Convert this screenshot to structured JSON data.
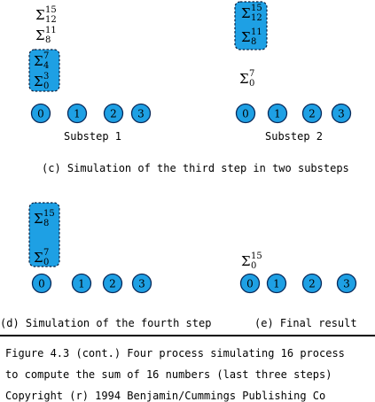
{
  "processor_colors": {
    "fill": "#1ea0e4",
    "stroke": "#0a2a5a"
  },
  "panels": [
    {
      "id": "c1",
      "label": "Substep 1",
      "loose_sums": [
        {
          "lo": "12",
          "hi": "15"
        },
        {
          "lo": "8",
          "hi": "11"
        }
      ],
      "box_sums": [
        {
          "lo": "4",
          "hi": "7"
        },
        {
          "lo": "0",
          "hi": "3"
        }
      ],
      "processors": [
        "0",
        "1",
        "2",
        "3"
      ]
    },
    {
      "id": "c2",
      "label": "Substep 2",
      "loose_sums": [
        {
          "lo": "0",
          "hi": "7"
        }
      ],
      "box_sums": [
        {
          "lo": "12",
          "hi": "15"
        },
        {
          "lo": "8",
          "hi": "11"
        }
      ],
      "processors": [
        "0",
        "1",
        "2",
        "3"
      ]
    },
    {
      "id": "d",
      "box_sums": [
        {
          "lo": "8",
          "hi": "15"
        },
        {
          "lo": "0",
          "hi": "7"
        }
      ],
      "processors": [
        "0",
        "1",
        "2",
        "3"
      ]
    },
    {
      "id": "e",
      "loose_sums": [
        {
          "lo": "0",
          "hi": "15"
        }
      ],
      "processors": [
        "0",
        "1",
        "2",
        "3"
      ]
    }
  ],
  "captions": {
    "c": "(c) Simulation of the third step in two substeps",
    "d": "(d) Simulation of the fourth step",
    "e": "(e) Final result"
  },
  "figure_caption": [
    "Figure 4.3 (cont.) Four process simulating 16 process",
    "to compute the sum of 16 numbers (last three steps)",
    "Copyright (r) 1994 Benjamin/Cummings Publishing Co"
  ]
}
